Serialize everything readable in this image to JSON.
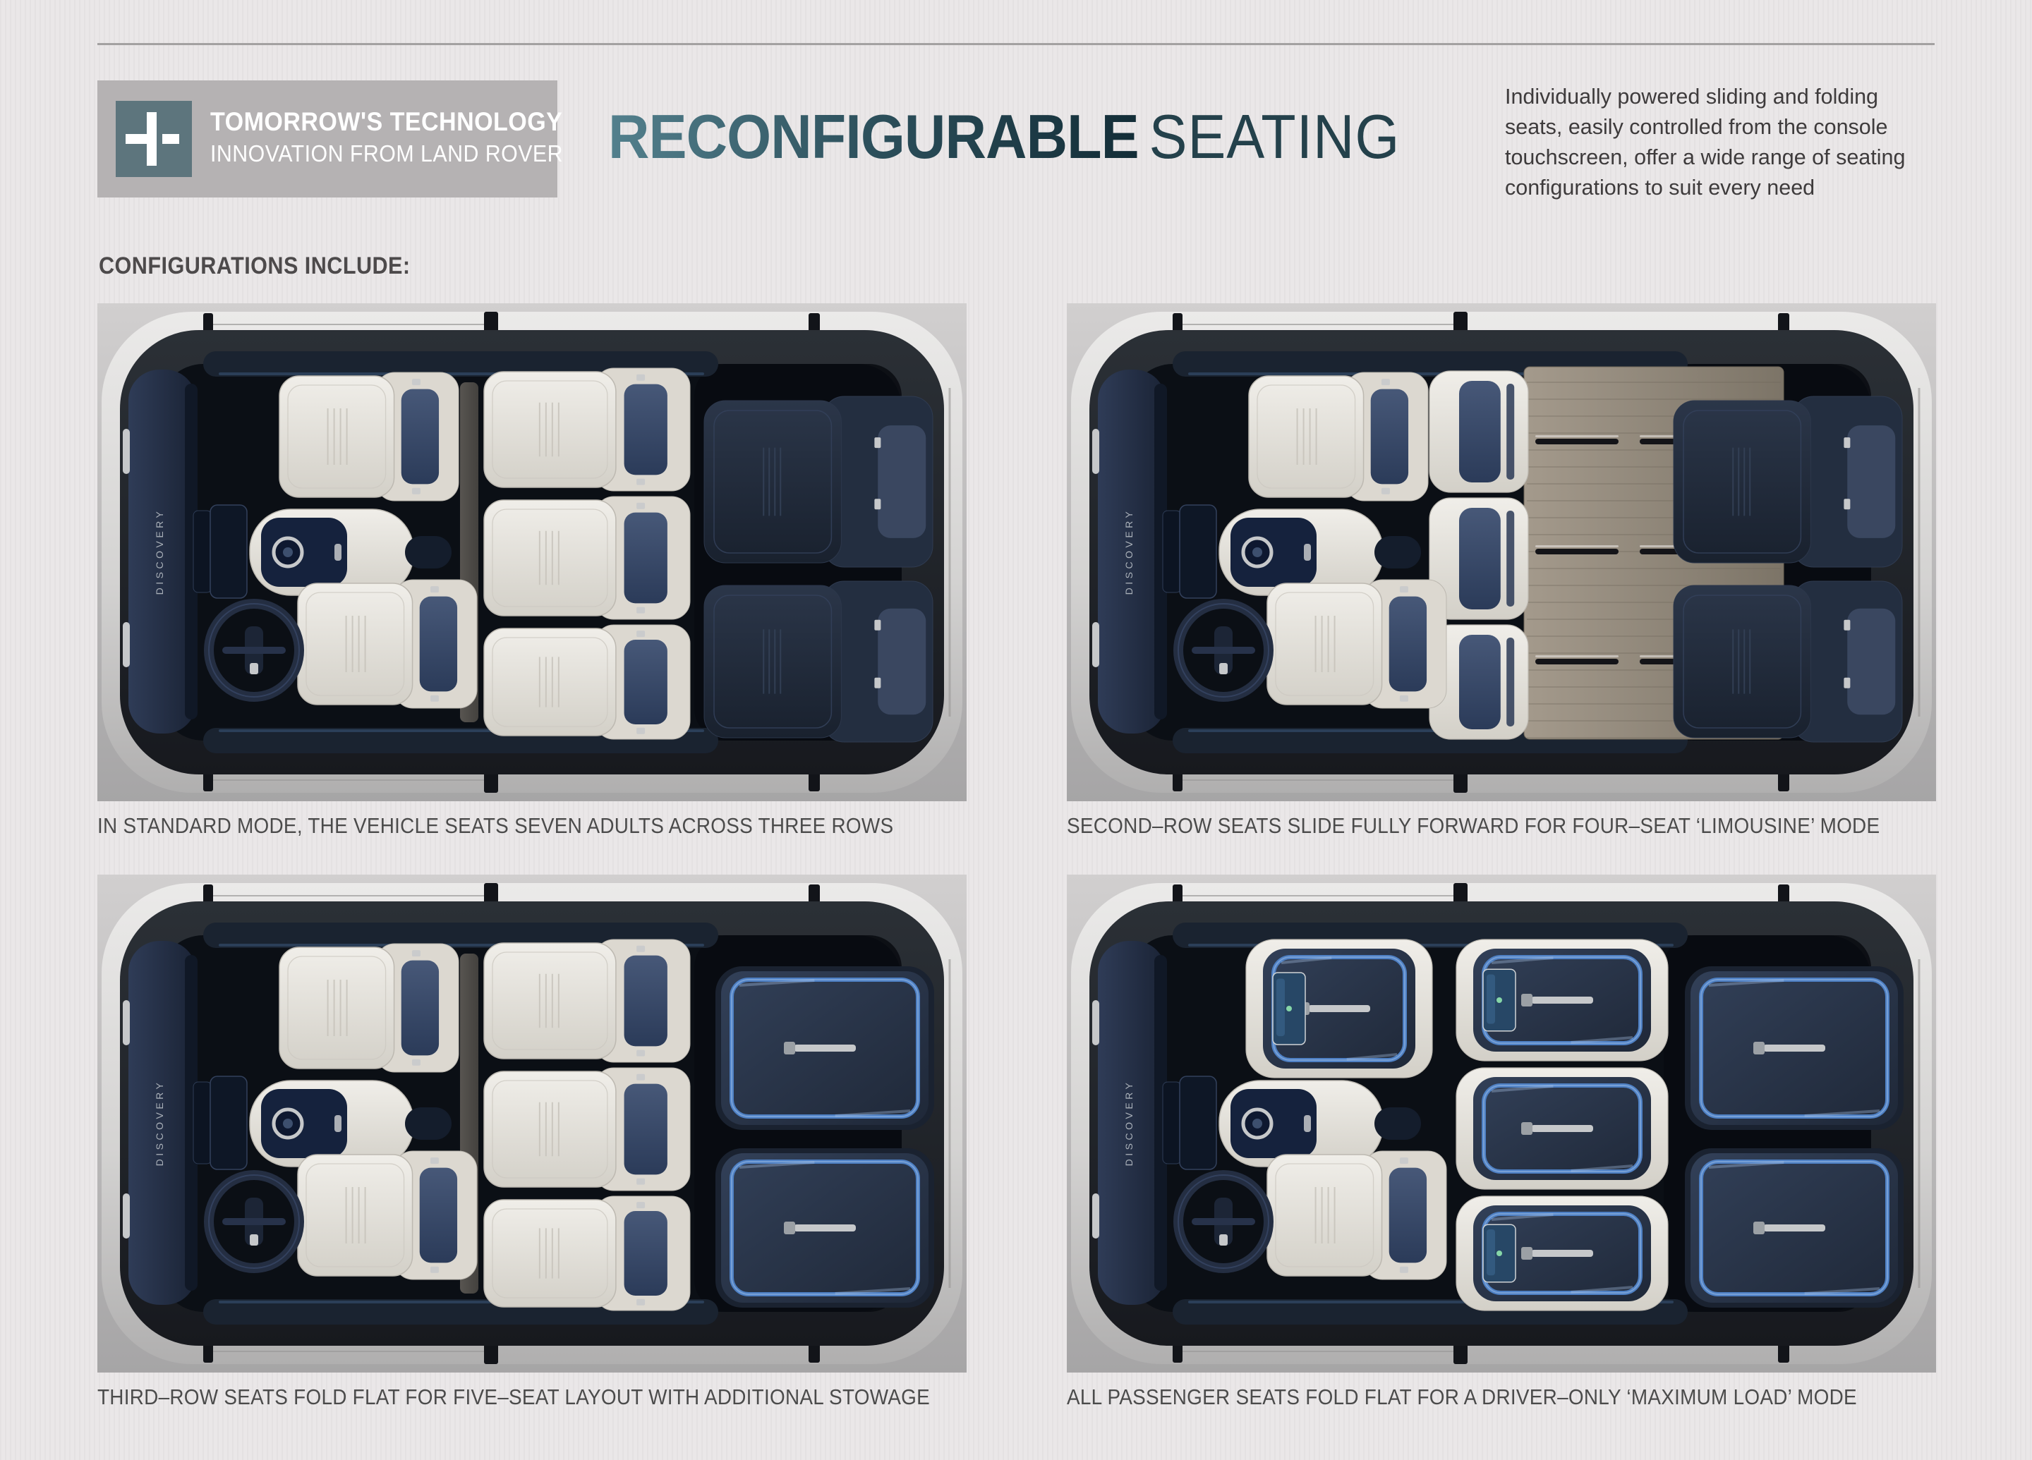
{
  "header": {
    "badge": {
      "line1": "TOMORROW'S TECHNOLOGY",
      "line2": "INNOVATION FROM LAND ROVER",
      "icon": "plus-icon"
    },
    "title": {
      "primary": "RECONFIGURABLE",
      "secondary": "SEATING"
    },
    "description": "Individually powered sliding and folding\nseats, easily controlled from the console\ntouchscreen, offer a wide range of seating\nconfigurations to suit every need"
  },
  "section_label": {
    "text": "CONFIGURATIONS INCLUDE:"
  },
  "diagram_labels": {
    "dashboard_text": "DISCOVERY"
  },
  "configurations": [
    {
      "id": "standard",
      "caption": "IN STANDARD MODE, THE VEHICLE SEATS SEVEN ADULTS ACROSS THREE ROWS",
      "front_passenger": "upright",
      "driver": "upright",
      "second_row": "upright",
      "third_row": "upright",
      "cargo_wood_floor": false
    },
    {
      "id": "limousine",
      "caption": "SECOND–ROW SEATS SLIDE FULLY FORWARD FOR FOUR–SEAT ‘LIMOUSINE’ MODE",
      "front_passenger": "upright",
      "driver": "upright",
      "second_row": "slid-forward",
      "third_row": "upright",
      "cargo_wood_floor": true
    },
    {
      "id": "five-seat",
      "caption": "THIRD–ROW SEATS FOLD FLAT FOR FIVE–SEAT LAYOUT WITH ADDITIONAL STOWAGE",
      "front_passenger": "upright",
      "driver": "upright",
      "second_row": "upright",
      "third_row": "folded",
      "cargo_wood_floor": false
    },
    {
      "id": "max-load",
      "caption": "ALL PASSENGER SEATS FOLD FLAT FOR A DRIVER–ONLY ‘MAXIMUM LOAD’ MODE",
      "front_passenger": "folded",
      "driver": "upright",
      "second_row": "folded",
      "third_row": "folded",
      "cargo_wood_floor": false
    }
  ],
  "palette": {
    "page_bg": "#eae7e8",
    "divider": "#a3a1a1",
    "badge_bg": "#b5b2b3",
    "badge_icon_bg": "#5d757d",
    "title_teal_light": "#53808d",
    "title_teal_dark": "#132d37",
    "title_secondary": "#24414b",
    "text_dark": "#3e3b3c",
    "label_gray": "#4d4a4b",
    "caption_gray": "#4b4b4b",
    "studio_top": "#d1cfcf",
    "studio_bottom": "#a6a5a6",
    "body_silver_light": "#ebeae9",
    "body_silver_mid": "#d4d3d2",
    "body_silver_dark": "#b0afaf",
    "frame_top": "#2b3036",
    "frame_bottom": "#17191e",
    "cabin": "#0b0f15",
    "door_navy": "#1a2330",
    "door_glow": "#41628a",
    "dash_light": "#2f3c57",
    "dash_dark": "#1a2335",
    "wood_light": "#a49a8c",
    "wood_dark": "#7c7467",
    "cream_light": "#f0eee9",
    "cream_dark": "#d3d0c8",
    "cream_edge": "#bdb9b1",
    "seat_back_white": "#dcd8d0",
    "insert_light": "#475878",
    "insert_dark": "#2b3b59",
    "navy_seat_light": "#2b3649",
    "navy_seat_dark": "#19212e",
    "headrest": "#3a4760",
    "folded_light": "#324058",
    "folded_dark": "#1f2838",
    "accent_blue": "#4e80c4",
    "accent_blue_soft": "#9fc0e8",
    "silver": "#c6c8ca",
    "screen_blue": "#274766",
    "screen_dot_green": "#86d6a8"
  }
}
